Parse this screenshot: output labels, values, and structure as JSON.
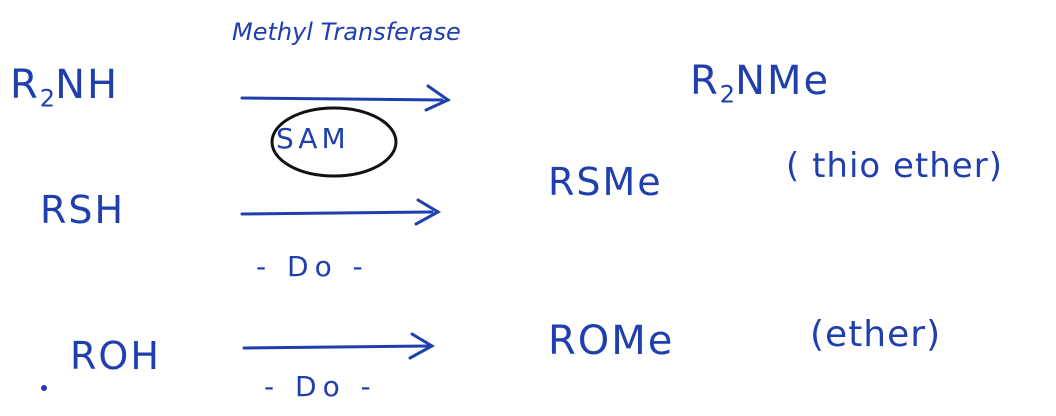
{
  "reactions": [
    {
      "reactant_main": "R",
      "reactant_sub": "2",
      "reactant_rest": "NH",
      "label": "Methyl Transferase",
      "cofactor": "SAM",
      "product_main": "R",
      "product_sub": "2",
      "product_rest": "NMe"
    },
    {
      "reactant": "RSH",
      "condition": "- Do -",
      "product": "RSMe",
      "note": "( thio ether)"
    },
    {
      "reactant": "ROH",
      "condition": "- Do -",
      "product": "ROMe",
      "note": "(ether)"
    }
  ],
  "colors": {
    "ink": "#1f3fae",
    "circle": "#111111",
    "background": "#ffffff"
  }
}
